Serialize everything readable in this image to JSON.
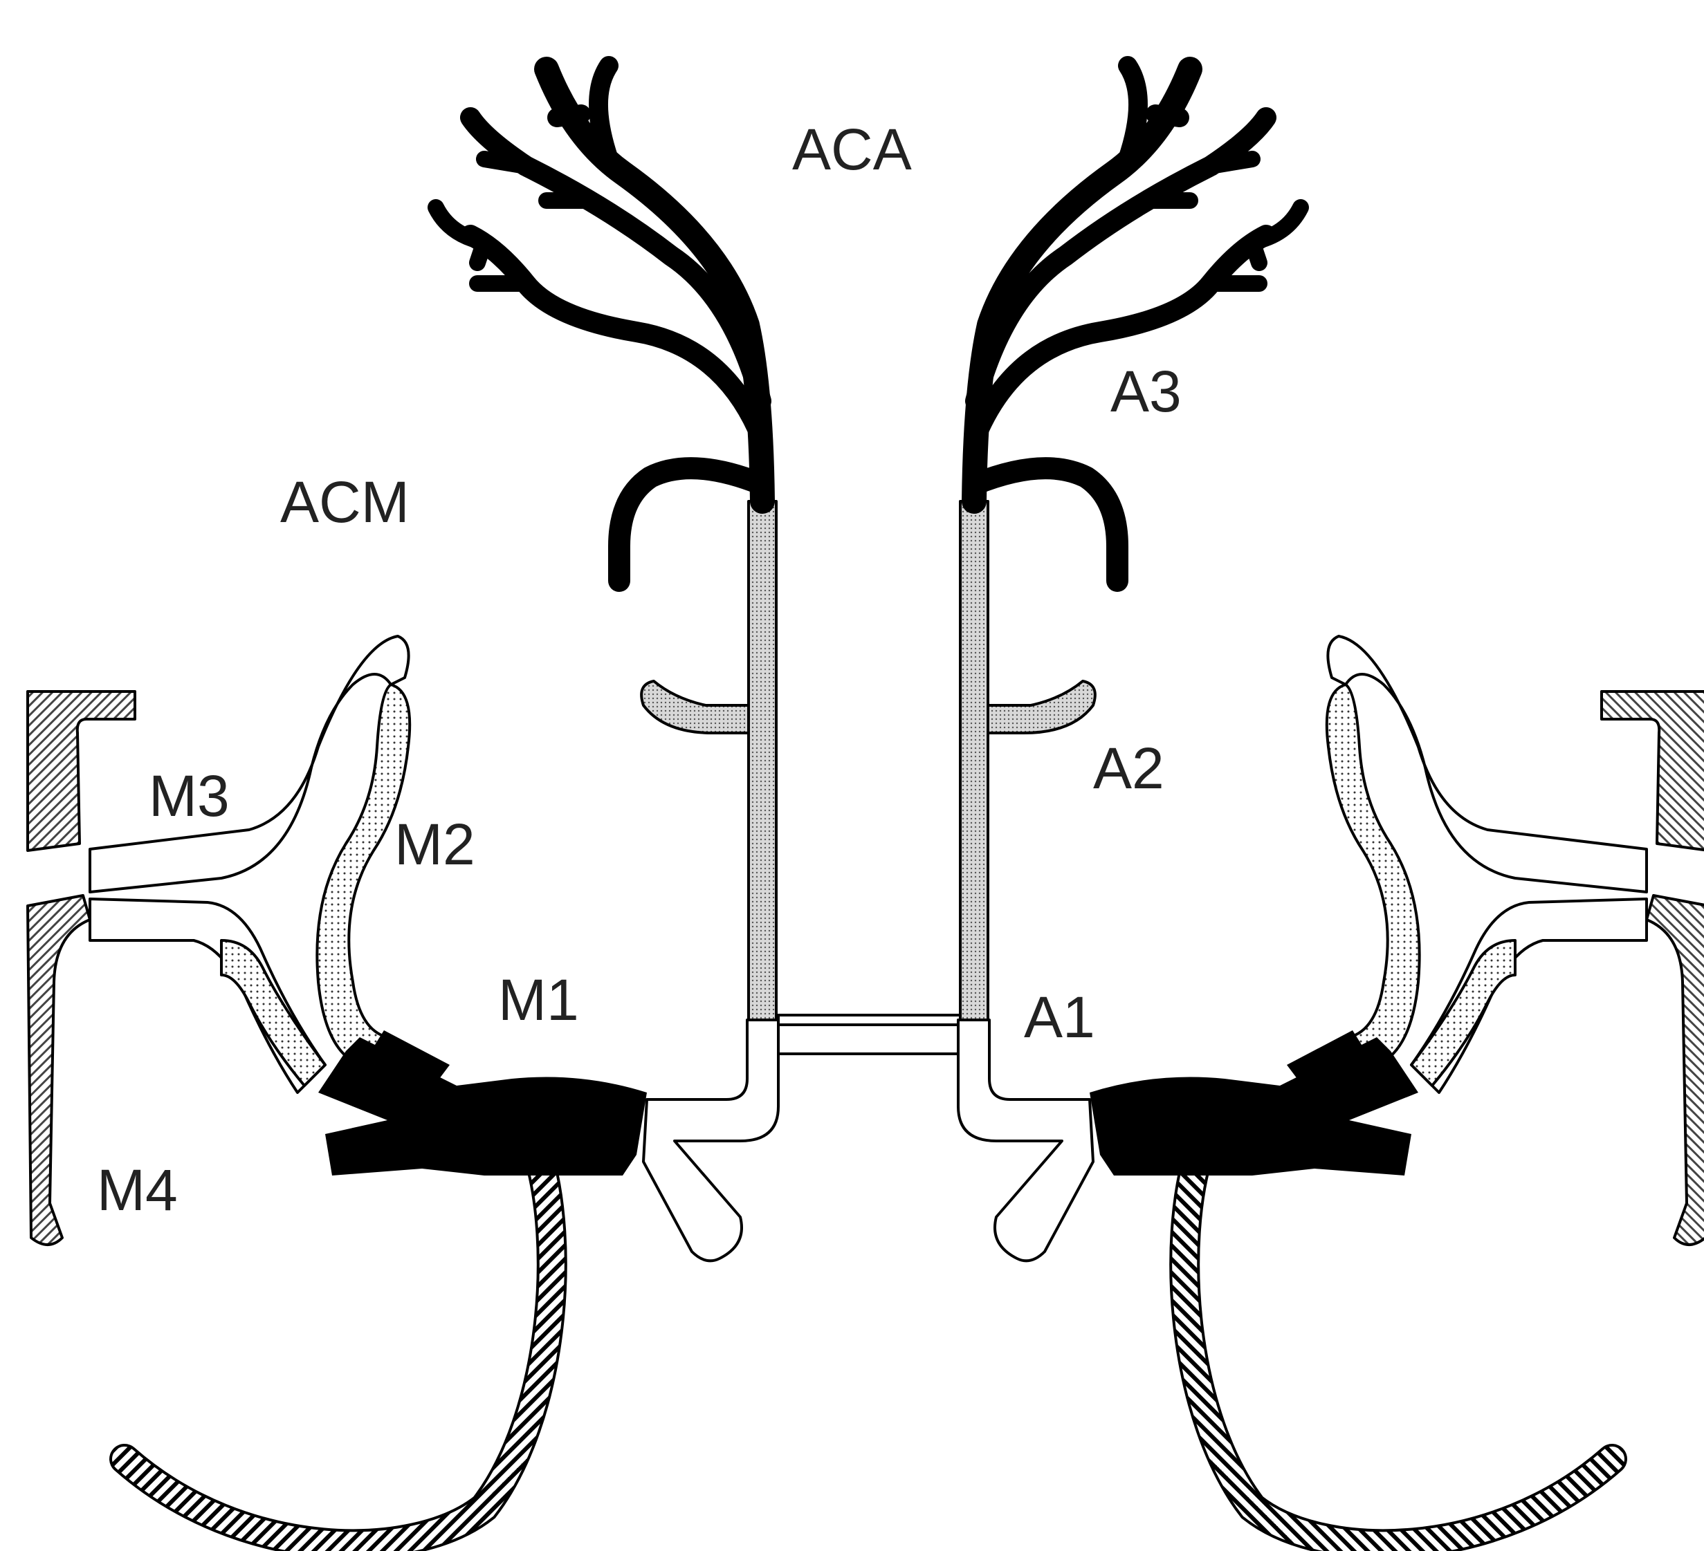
{
  "labels": {
    "aca": "ACA",
    "acm": "ACM",
    "a1": "A1",
    "a2": "A2",
    "a3": "A3",
    "m1": "M1",
    "m2": "M2",
    "m3": "M3",
    "m4": "M4"
  },
  "colors": {
    "vessel_solid": "#000000",
    "outline": "#000000",
    "vessel_empty": "#ffffff",
    "stipple_fill": "#d8d8d8",
    "hatch": "#000000",
    "background": "#ffffff"
  }
}
